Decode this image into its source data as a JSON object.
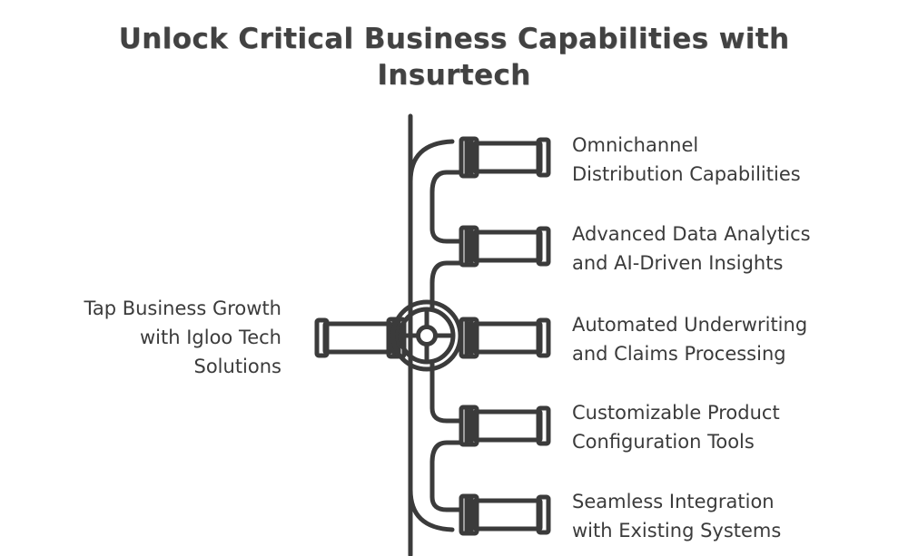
{
  "title": {
    "line1": "Unlock Critical Business Capabilities with",
    "line2": "Insurtech"
  },
  "left_label": {
    "line1": "Tap Business Growth",
    "line2": "with Igloo Tech",
    "line3": "Solutions"
  },
  "branches": [
    {
      "line1": "Omnichannel",
      "line2": "Distribution Capabilities"
    },
    {
      "line1": "Advanced Data Analytics",
      "line2": "and AI-Driven Insights"
    },
    {
      "line1": "Automated Underwriting",
      "line2": "and Claims Processing"
    },
    {
      "line1": "Customizable Product",
      "line2": "Configuration Tools"
    },
    {
      "line1": "Seamless Integration",
      "line2": "with Existing Systems"
    }
  ],
  "colors": {
    "background": "#ffffff",
    "stroke": "#3b3b3b",
    "text": "#3b3b3b",
    "title": "#424242"
  },
  "icons": {
    "valve": "valve-wheel-icon",
    "pipe": "pipe-segment-icon",
    "trunk": "pipe-trunk-icon"
  }
}
